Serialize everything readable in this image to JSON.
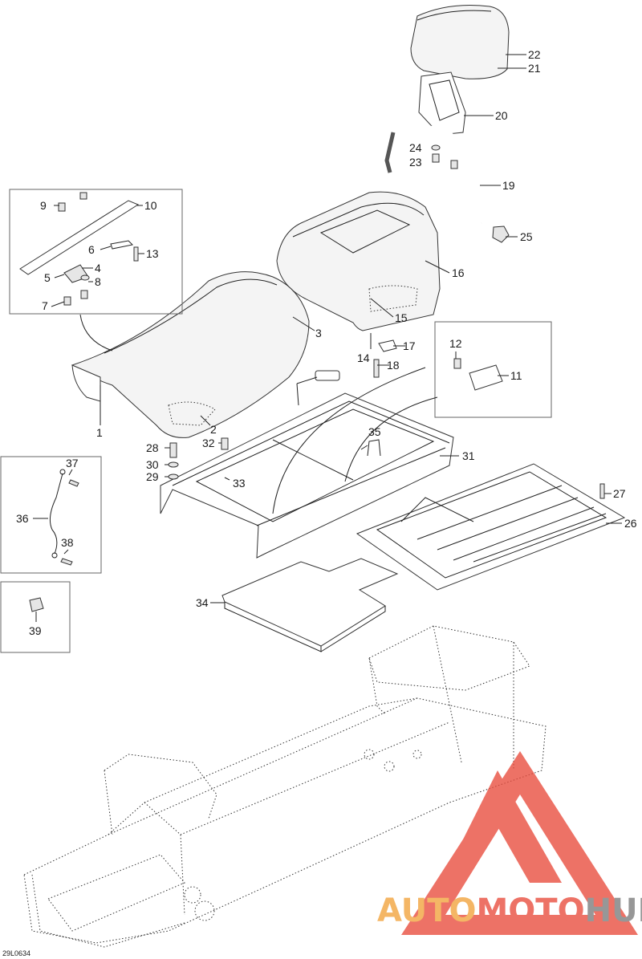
{
  "figure_code": "29L0634",
  "callouts": [
    "1",
    "2",
    "3",
    "4",
    "5",
    "6",
    "7",
    "8",
    "9",
    "10",
    "11",
    "12",
    "13",
    "14",
    "15",
    "16",
    "17",
    "18",
    "19",
    "20",
    "21",
    "22",
    "23",
    "24",
    "25",
    "26",
    "27",
    "28",
    "29",
    "30",
    "31",
    "32",
    "33",
    "34",
    "35",
    "36",
    "37",
    "38",
    "39"
  ],
  "watermark": {
    "part1": "AUTO",
    "part2": "MOTO",
    "part3": "HUB",
    "color_orange": "#f2a23a",
    "color_red": "#e84b3c",
    "color_gray": "#7a7a7a"
  }
}
